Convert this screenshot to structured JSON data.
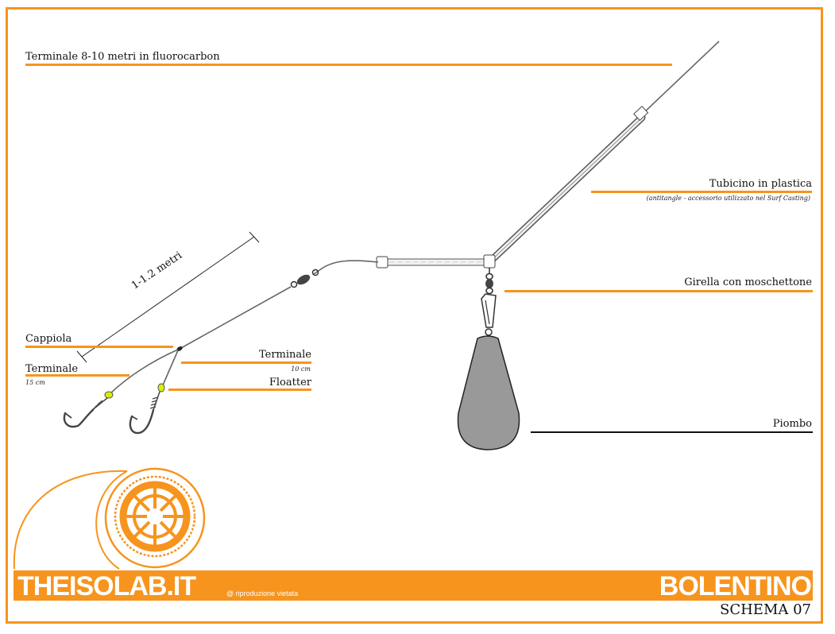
{
  "labels": {
    "fluorocarbon": "Terminale 8-10 metri in fluorocarbon",
    "tubicino": "Tubicino in plastica",
    "tubicino_note": "(antitangle - accessorio utilizzato nel Surf Casting)",
    "girella": "Girella con moschettone",
    "piombo": "Piombo",
    "cappiola": "Cappiola",
    "terminale_15": "Terminale",
    "terminale_15_note": "15 cm",
    "terminale_10": "Terminale",
    "terminale_10_note": "10 cm",
    "floatter": "Floatter",
    "length": "1-1.2 metri"
  },
  "footer": {
    "brand": "THEISOLAB.IT",
    "notice": "@ riproduzione vietata",
    "title": "BOLENTINO",
    "subtitle": "SCHEMA 07"
  },
  "colors": {
    "accent": "#f7941d",
    "line": "#555555",
    "sinker": "#999999",
    "bead": "#d7f000"
  }
}
